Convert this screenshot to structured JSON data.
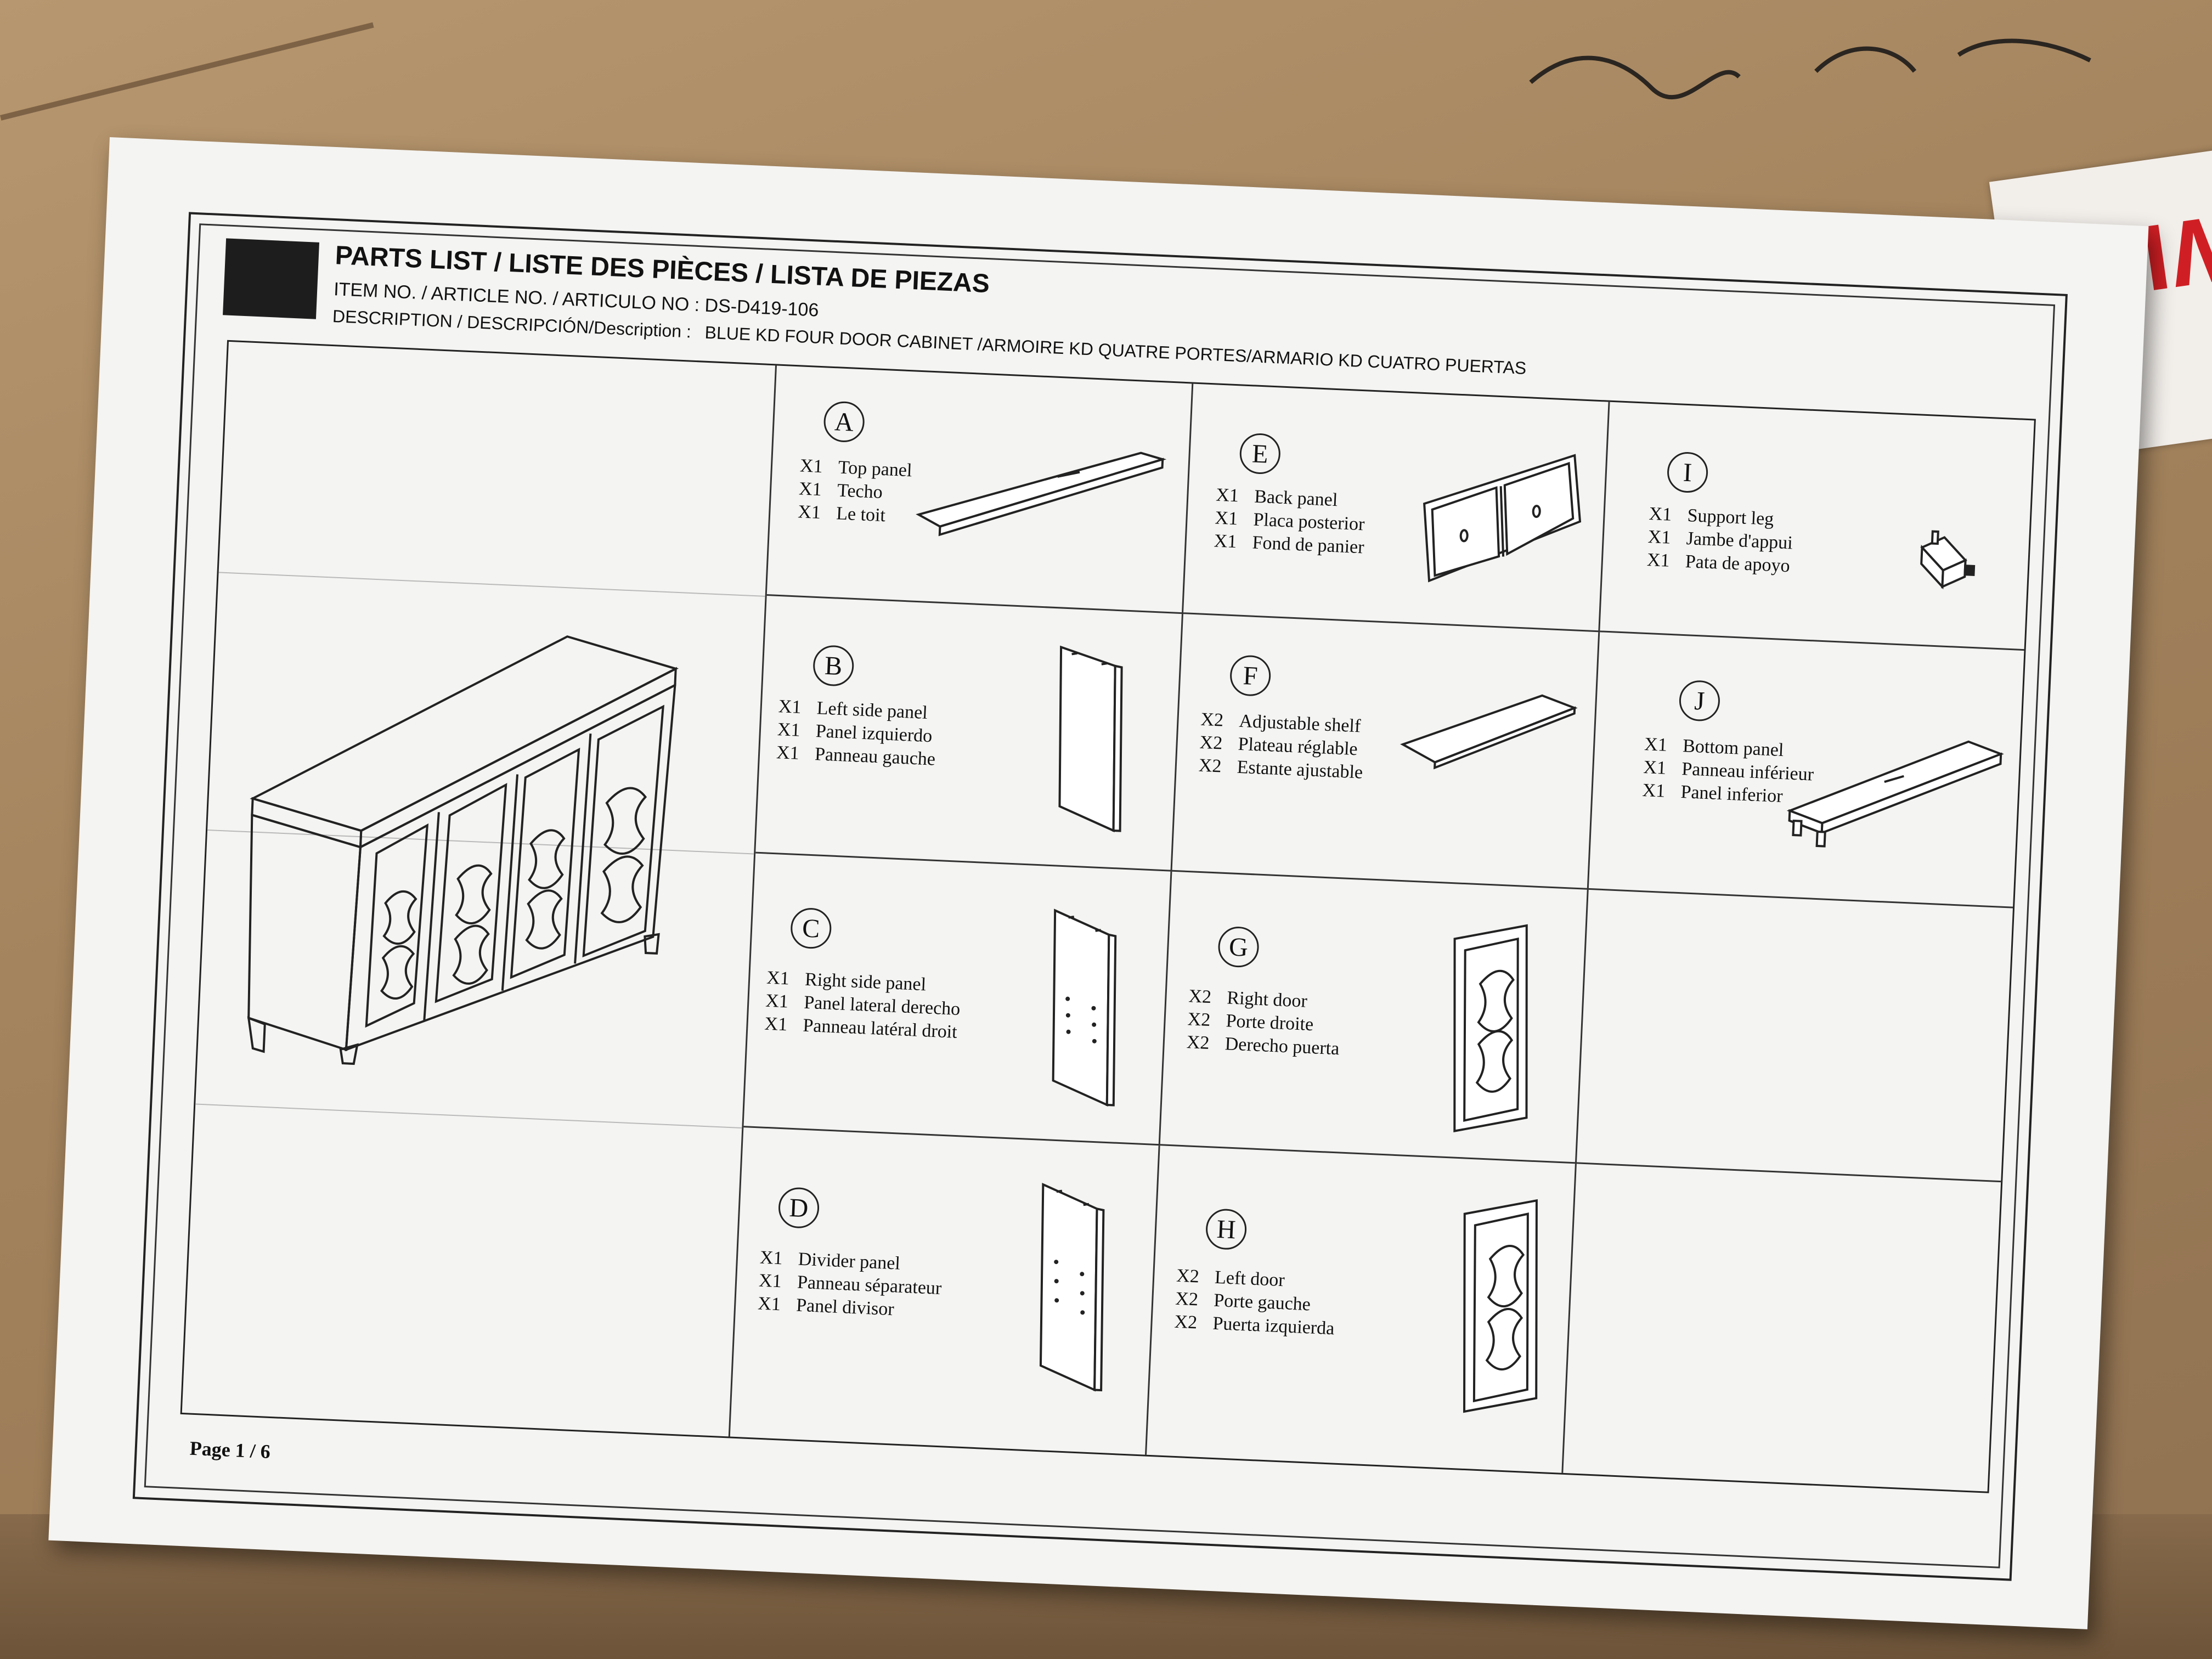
{
  "header": {
    "title": "PARTS LIST / LISTE DES PIÈCES / LISTA DE PIEZAS",
    "item_no": "ITEM NO. / ARTICLE NO. / ARTICULO NO : DS-D419-106",
    "description_label": "DESCRIPTION / DESCRIPCIÓN/Description :",
    "description_value": "BLUE KD FOUR DOOR CABINET /ARMOIRE KD QUATRE PORTES/ARMARIO KD CUATRO PUERTAS"
  },
  "parts": [
    {
      "letter": "A",
      "lines": [
        {
          "qty": "X1",
          "name": "Top panel"
        },
        {
          "qty": "X1",
          "name": "Techo"
        },
        {
          "qty": "X1",
          "name": "Le toit"
        }
      ]
    },
    {
      "letter": "E",
      "lines": [
        {
          "qty": "X1",
          "name": "Back panel"
        },
        {
          "qty": "X1",
          "name": "Placa posterior"
        },
        {
          "qty": "X1",
          "name": "Fond de panier"
        }
      ]
    },
    {
      "letter": "I",
      "lines": [
        {
          "qty": "X1",
          "name": "Support leg"
        },
        {
          "qty": "X1",
          "name": "Jambe d'appui"
        },
        {
          "qty": "X1",
          "name": "Pata de apoyo"
        }
      ]
    },
    {
      "letter": "B",
      "lines": [
        {
          "qty": "X1",
          "name": "Left side panel"
        },
        {
          "qty": "X1",
          "name": "Panel izquierdo"
        },
        {
          "qty": "X1",
          "name": "Panneau gauche"
        }
      ]
    },
    {
      "letter": "F",
      "lines": [
        {
          "qty": "X2",
          "name": "Adjustable shelf"
        },
        {
          "qty": "X2",
          "name": "Plateau réglable"
        },
        {
          "qty": "X2",
          "name": "Estante ajustable"
        }
      ]
    },
    {
      "letter": "J",
      "lines": [
        {
          "qty": "X1",
          "name": "Bottom panel"
        },
        {
          "qty": "X1",
          "name": "Panneau inférieur"
        },
        {
          "qty": "X1",
          "name": "Panel inferior"
        }
      ]
    },
    {
      "letter": "C",
      "lines": [
        {
          "qty": "X1",
          "name": "Right side panel"
        },
        {
          "qty": "X1",
          "name": "Panel lateral derecho"
        },
        {
          "qty": "X1",
          "name": "Panneau latéral droit"
        }
      ]
    },
    {
      "letter": "G",
      "lines": [
        {
          "qty": "X2",
          "name": "Right door"
        },
        {
          "qty": "X2",
          "name": "Porte droite"
        },
        {
          "qty": "X2",
          "name": "Derecho puerta"
        }
      ]
    },
    {
      "letter": "D",
      "lines": [
        {
          "qty": "X1",
          "name": "Divider panel"
        },
        {
          "qty": "X1",
          "name": "Panneau séparateur"
        },
        {
          "qty": "X1",
          "name": "Panel divisor"
        }
      ]
    },
    {
      "letter": "H",
      "lines": [
        {
          "qty": "X2",
          "name": "Left door"
        },
        {
          "qty": "X2",
          "name": "Porte gauche"
        },
        {
          "qty": "X2",
          "name": "Puerta izquierda"
        }
      ]
    }
  ],
  "footer": {
    "page": "Page 1 / 6"
  },
  "tape": {
    "text": "WITH"
  },
  "colors": {
    "paper": "#f4f4f2",
    "ink": "#111111",
    "cardboard": "#a98a66",
    "tape_red": "#d01f24"
  }
}
